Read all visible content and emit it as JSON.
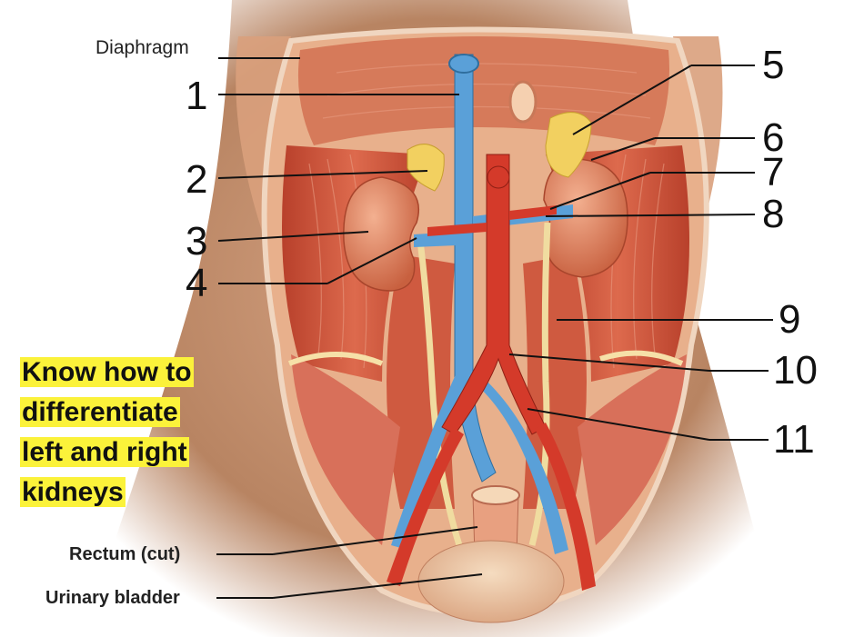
{
  "labels": {
    "diaphragm": "Diaphragm",
    "rectum": "Rectum (cut)",
    "bladder": "Urinary bladder"
  },
  "numbers": [
    "1",
    "2",
    "3",
    "4",
    "5",
    "6",
    "7",
    "8",
    "9",
    "10",
    "11"
  ],
  "note": {
    "line1": "Know how to",
    "line2": "differentiate",
    "line3": "left and right",
    "line4": "kidneys",
    "highlight_color": "#fbf23a"
  },
  "colors": {
    "muscle": "#c9553d",
    "vein": "#5aa0d8",
    "artery": "#d43a2a",
    "adrenal": "#f2d060",
    "ureter": "#f0dca0",
    "skin": "#b88462"
  }
}
